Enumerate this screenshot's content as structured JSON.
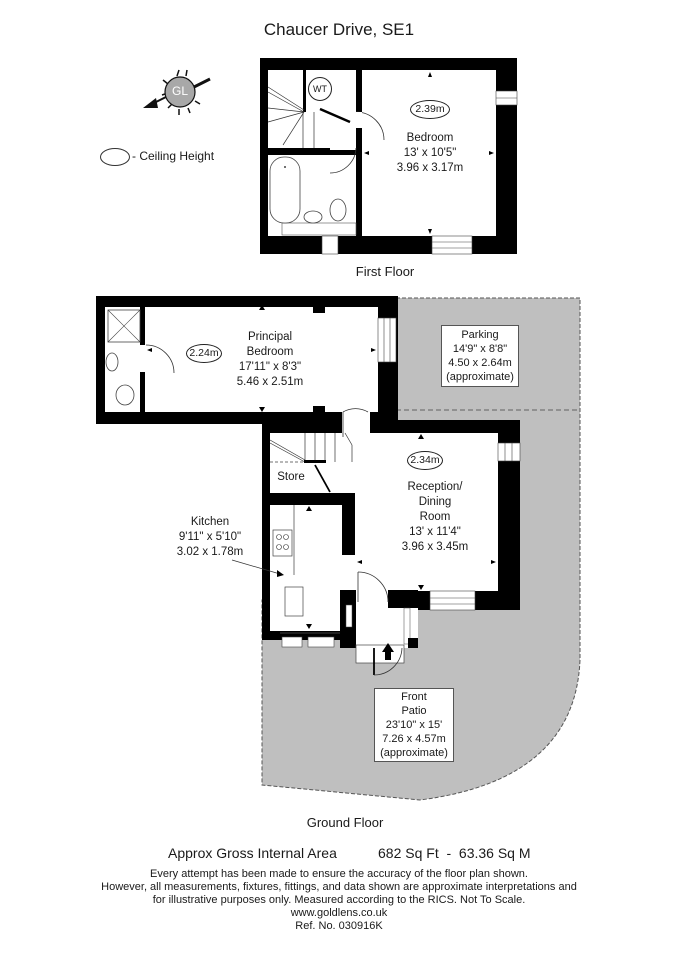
{
  "title": "Chaucer Drive, SE1",
  "legend": {
    "compass_label": "GL",
    "ceiling_height_label": "- Ceiling Height"
  },
  "first_floor": {
    "label": "First Floor",
    "wt_label": "WT",
    "bedroom": {
      "name": "Bedroom",
      "imperial": "13' x 10'5\"",
      "metric": "3.96 x 3.17m",
      "ceiling": "2.39m"
    }
  },
  "ground_floor": {
    "label": "Ground Floor",
    "principal_bedroom": {
      "name_line1": "Principal",
      "name_line2": "Bedroom",
      "imperial": "17'11\" x 8'3\"",
      "metric": "5.46 x 2.51m",
      "ceiling": "2.24m"
    },
    "parking": {
      "name": "Parking",
      "imperial": "14'9\" x 8'8\"",
      "metric": "4.50 x 2.64m",
      "note": "(approximate)"
    },
    "store": {
      "name": "Store"
    },
    "reception": {
      "name_line1": "Reception/",
      "name_line2": "Dining",
      "name_line3": "Room",
      "imperial": "13' x 11'4\"",
      "metric": "3.96 x 3.45m",
      "ceiling": "2.34m"
    },
    "kitchen": {
      "name": "Kitchen",
      "imperial": "9'11\" x 5'10\"",
      "metric": "3.02 x 1.78m"
    },
    "front_patio": {
      "name_line1": "Front",
      "name_line2": "Patio",
      "imperial": "23'10\" x 15'",
      "metric": "7.26 x 4.57m",
      "note": "(approximate)"
    }
  },
  "footer": {
    "gia_label": "Approx Gross Internal Area",
    "gia_value": "682 Sq Ft  -  63.36 Sq M",
    "disclaimer_1": "Every attempt has been made to ensure the accuracy of the floor plan shown.",
    "disclaimer_2": "However, all measurements, fixtures, fittings, and data shown are approximate interpretations and",
    "disclaimer_3": "for illustrative purposes only. Measured according to the RICS. Not To Scale.",
    "website": "www.goldlens.co.uk",
    "ref": "Ref. No. 030916K"
  },
  "colors": {
    "wall": "#000000",
    "outdoor_fill": "#bfbfbf",
    "compass_fill": "#a8a8a8"
  }
}
